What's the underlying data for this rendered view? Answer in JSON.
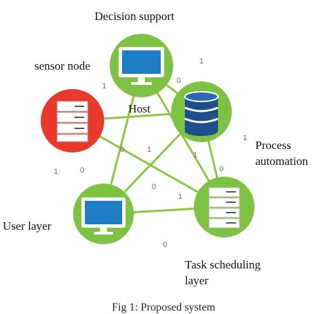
{
  "labels": {
    "decision_support": "Decision support",
    "sensor_node": "sensor node",
    "host": "Host",
    "process_line1": "Process",
    "process_line2": "automation",
    "user_layer": "User layer",
    "task_line1": "Task scheduling",
    "task_line2": "layer"
  },
  "caption": "Fig 1: Proposed system",
  "bits": [
    "1",
    "0",
    "1",
    "0",
    "1",
    "0",
    "1",
    "1",
    "0",
    "0",
    "1",
    "0"
  ],
  "colors": {
    "node_green": "#7dc242",
    "node_red": "#e8392a",
    "edge_green": "#8cc63f",
    "monitor_blue": "#1e7fc7",
    "database_blue": "#1f4e8c"
  },
  "nodes": [
    {
      "id": "decision-support",
      "icon": "monitor-icon"
    },
    {
      "id": "sensor-node",
      "icon": "server-icon"
    },
    {
      "id": "host",
      "icon": "database-icon"
    },
    {
      "id": "user-layer",
      "icon": "monitor-icon"
    },
    {
      "id": "task-scheduling-layer",
      "icon": "server-icon"
    }
  ]
}
